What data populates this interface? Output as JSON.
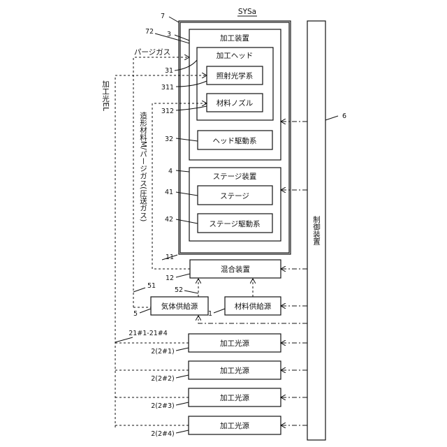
{
  "system": {
    "name": "SYSa"
  },
  "components": {
    "processing_apparatus": "加工装置",
    "processing_head": "加工ヘッド",
    "irradiation_optics": "照射光学系",
    "material_nozzle": "材料ノズル",
    "head_drive": "ヘッド駆動系",
    "stage_apparatus": "ステージ装置",
    "stage": "ステージ",
    "stage_drive": "ステージ駆動系",
    "mixer": "混合装置",
    "gas_supply": "気体供給源",
    "material_supply": "材料供給源",
    "control": "制御装置",
    "light_sources": [
      "加工光源",
      "加工光源",
      "加工光源",
      "加工光源"
    ]
  },
  "labels": {
    "purge_gas": "パージガス",
    "processing_light": "加工光EL",
    "material_gas": "造形材料M/パージガス(圧送ガス)"
  },
  "refs": {
    "r7": "7",
    "r72": "72",
    "r3": "3",
    "r31": "31",
    "r311": "311",
    "r312": "312",
    "r32": "32",
    "r4": "4",
    "r41": "41",
    "r42": "42",
    "r6": "6",
    "r11": "11",
    "r12": "12",
    "r51": "51",
    "r52": "52",
    "r5": "5",
    "r1": "1",
    "r21": "21#1-21#4",
    "r2_1": "2(2#1)",
    "r2_2": "2(2#2)",
    "r2_3": "2(2#3)",
    "r2_4": "2(2#4)"
  }
}
